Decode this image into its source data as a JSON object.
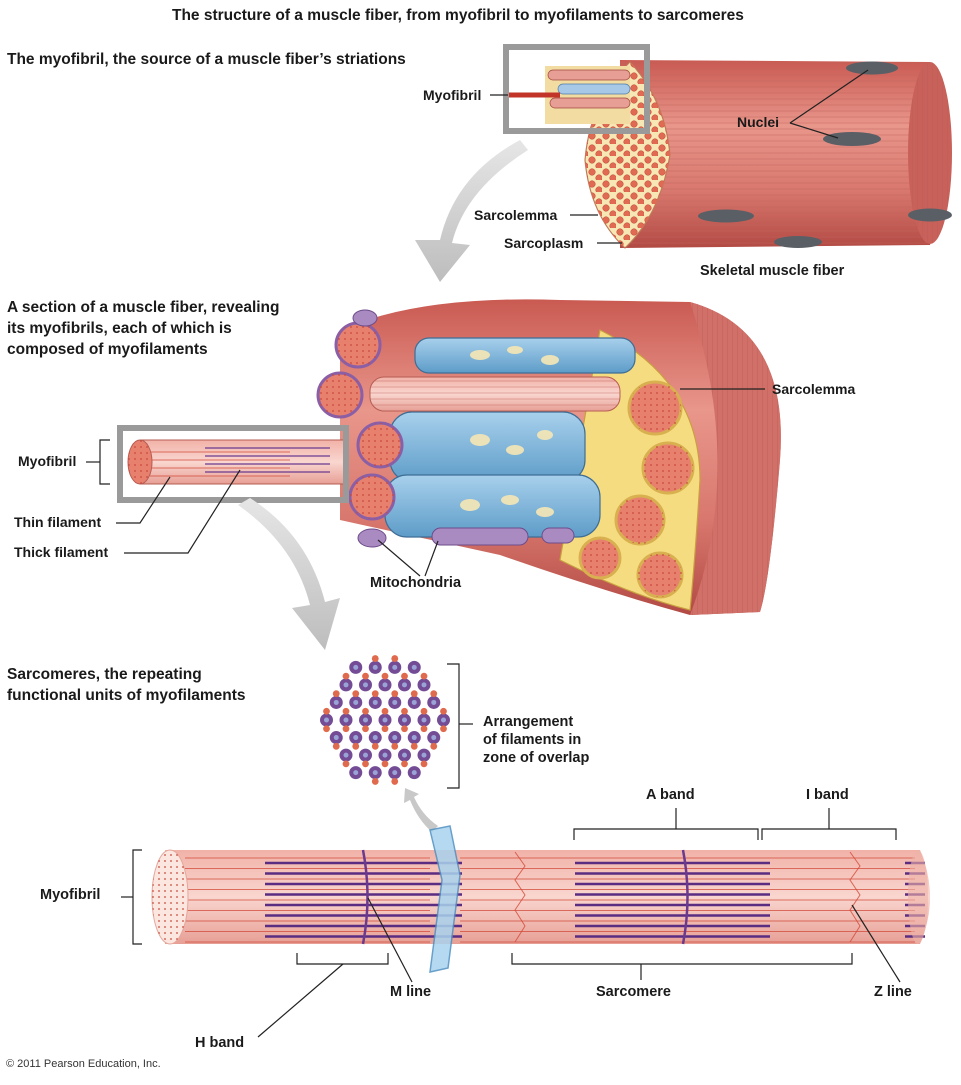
{
  "title": "The structure of a muscle fiber, from myofibril to myofilaments to sarcomeres",
  "sections": {
    "top": "The myofibril, the source of a muscle fiber’s striations",
    "middle": "A section of a muscle fiber, revealing\nits myofibrils, each of which is\ncomposed of myofilaments",
    "bottom": "Sarcomeres, the repeating\nfunctional units of myofilaments"
  },
  "labels": {
    "myofibril_top": "Myofibril",
    "nuclei": "Nuclei",
    "sarcolemma_top": "Sarcolemma",
    "sarcoplasm": "Sarcoplasm",
    "skeletal_muscle_fiber": "Skeletal muscle fiber",
    "myofibril_mid": "Myofibril",
    "thin_filament": "Thin filament",
    "thick_filament": "Thick filament",
    "sarcolemma_mid": "Sarcolemma",
    "mitochondria": "Mitochondria",
    "arrangement": "Arrangement\nof filaments in\nzone of overlap",
    "a_band": "A band",
    "i_band": "I band",
    "myofibril_bottom": "Myofibril",
    "m_line": "M line",
    "sarcomere": "Sarcomere",
    "z_line": "Z line",
    "h_band": "H band"
  },
  "copyright": "© 2011 Pearson Education, Inc.",
  "colors": {
    "muscle": "#d9756b",
    "muscle_dark": "#b9534b",
    "cytoplasm": "#f6e7b5",
    "myofibril_blue": "#7fb4d8",
    "thick_filament": "#5a2d82",
    "thin_filament": "#d24a3a",
    "nucleus": "#5a5f66",
    "mitochondria": "#a98bc2"
  }
}
